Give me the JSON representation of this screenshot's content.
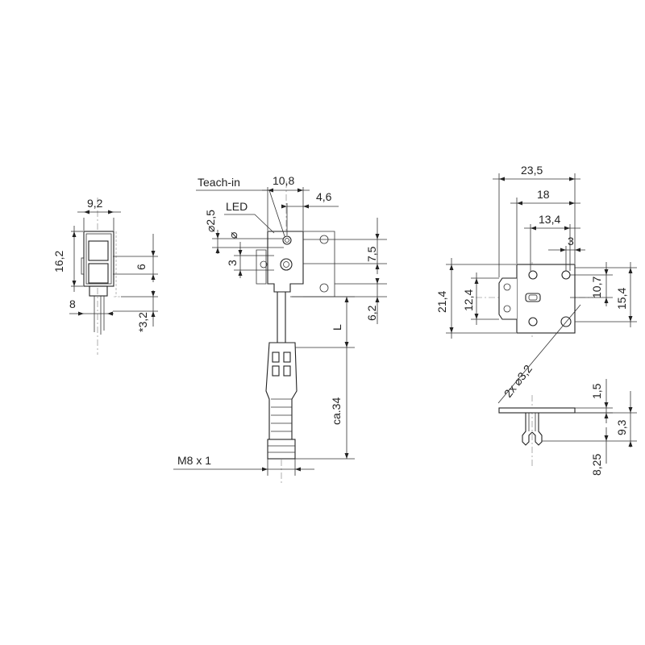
{
  "front_view": {
    "width_label": "9,2",
    "height_label": "16,2",
    "lens_label": "6",
    "bottom_label": "8",
    "offset_label": "*3,2"
  },
  "side_view": {
    "teach_in_label": "Teach-in",
    "led_label": "LED",
    "width_label": "10,8",
    "offset_label": "4,6",
    "diameter_label": "⌀2,5",
    "diameter_sym": "⌀",
    "lens_offset_label": "3",
    "height_label": "7,5",
    "bottom_label": "6,2",
    "cable_label": "L",
    "connector_length_label": "ca.34",
    "thread_label": "M8 x 1"
  },
  "bracket_view": {
    "total_width_label": "23,5",
    "width_label": "18",
    "inner_width_label": "13,4",
    "edge_label": "3",
    "height_label": "21,4",
    "inner_height_label": "12,4",
    "hole_spacing_label": "10,7",
    "right_height_label": "15,4",
    "holes_label": "2x ⌀3,2"
  },
  "bracket_side_view": {
    "thickness_label": "1,5",
    "height_label": "9,3",
    "pin_label": "8,25"
  }
}
